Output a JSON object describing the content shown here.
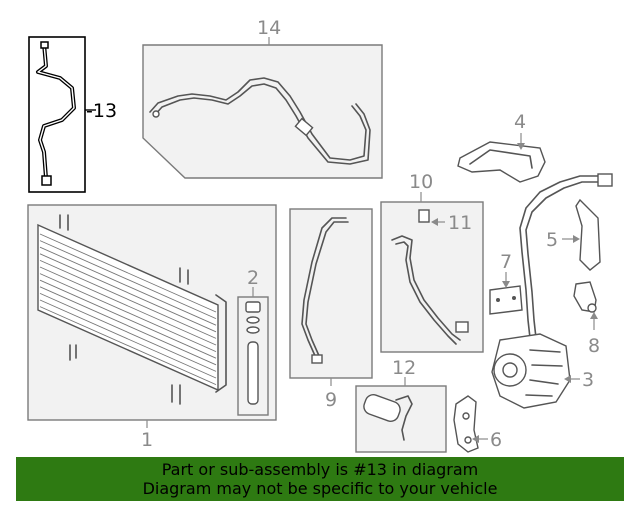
{
  "callouts": {
    "c1": "1",
    "c2": "2",
    "c3": "3",
    "c4": "4",
    "c5": "5",
    "c6": "6",
    "c7": "7",
    "c8": "8",
    "c9": "9",
    "c10": "10",
    "c11": "11",
    "c12": "12",
    "c13": "-13",
    "c14": "14"
  },
  "banner": {
    "line1": "Part or sub-assembly is #13 in diagram",
    "line2": "Diagram may not be specific to your vehicle"
  },
  "colors": {
    "banner": "#2e7a12",
    "highlight": "#000000",
    "callout": "#8a8a8a"
  }
}
